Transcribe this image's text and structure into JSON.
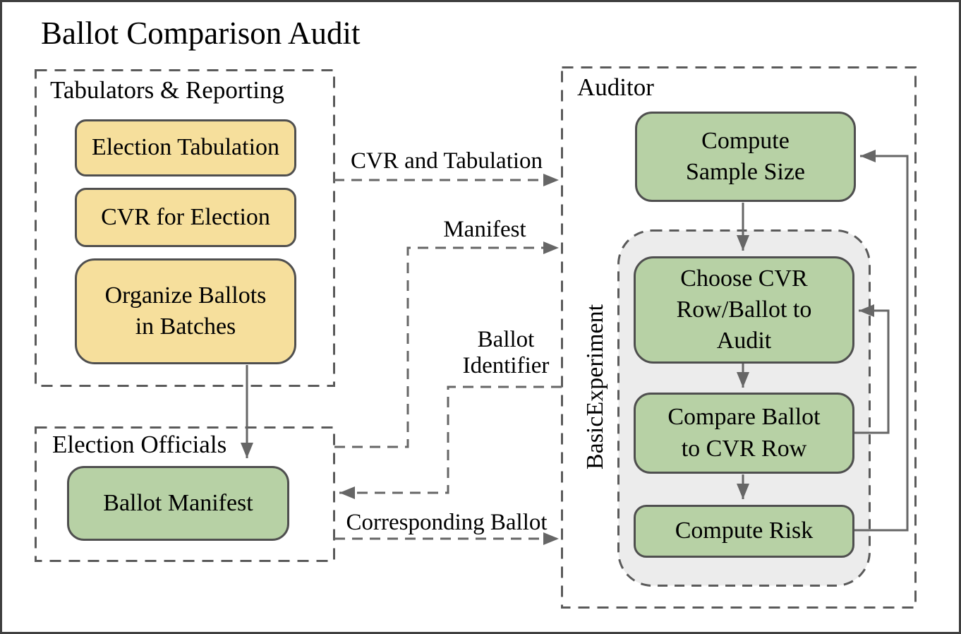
{
  "diagram": {
    "title": "Ballot Comparison Audit",
    "groups": {
      "tabulators": {
        "label": "Tabulators & Reporting"
      },
      "officials": {
        "label": "Election Officials"
      },
      "auditor": {
        "label": "Auditor",
        "subgroup_label": "BasicExperiment"
      }
    },
    "nodes": {
      "election_tabulation": "Election Tabulation",
      "cvr_for_election": "CVR for Election",
      "organize_ballots": "Organize Ballots\nin Batches",
      "ballot_manifest": "Ballot Manifest",
      "compute_sample_size": "Compute\nSample Size",
      "choose_cvr_row": "Choose CVR\nRow/Ballot to\nAudit",
      "compare_ballot": "Compare Ballot\nto CVR Row",
      "compute_risk": "Compute Risk"
    },
    "edge_labels": {
      "cvr_and_tabulation": "CVR and Tabulation",
      "manifest": "Manifest",
      "ballot_identifier": "Ballot\nIdentifier",
      "corresponding_ballot": "Corresponding Ballot"
    },
    "colors": {
      "node_yellow": "#f6df9c",
      "node_green": "#b7d1a5",
      "subgroup_fill": "#ececec",
      "node_border": "#4f4f4f",
      "dashed_border": "#5a5a5a",
      "arrow": "#666666"
    }
  }
}
